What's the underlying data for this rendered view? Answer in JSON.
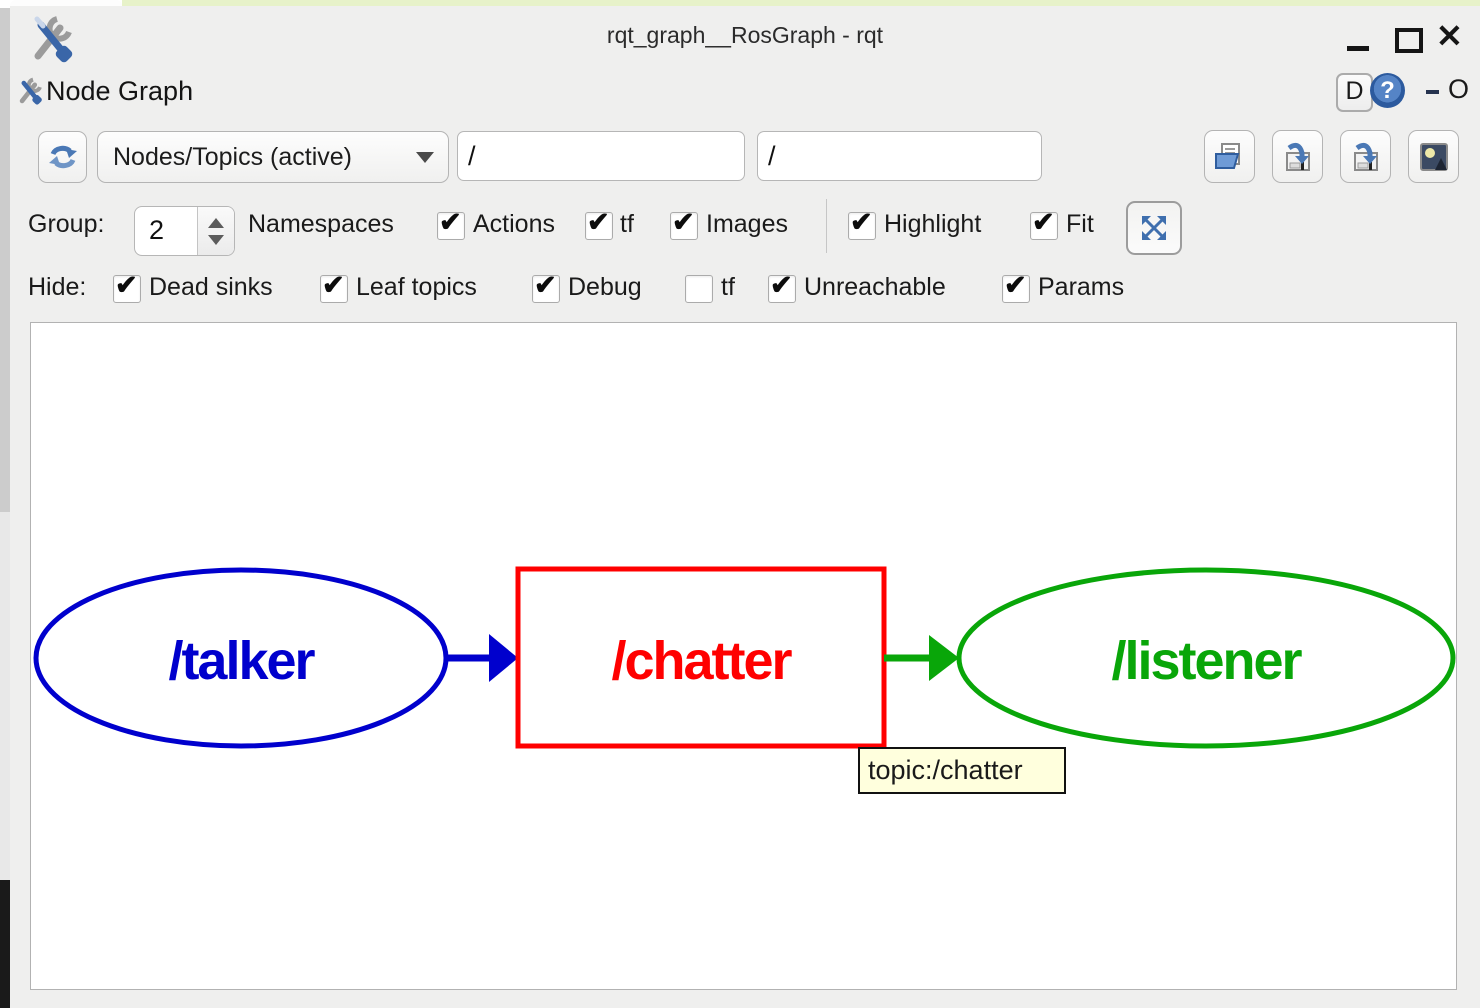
{
  "window": {
    "title": "rqt_graph__RosGraph - rqt"
  },
  "dock": {
    "title": "Node Graph",
    "detach_button_label": "D",
    "close_button_label": "O"
  },
  "toolbar": {
    "graph_type_value": "Nodes/Topics (active)",
    "node_filter_value": "/",
    "topic_filter_value": "/"
  },
  "group_row": {
    "label": "Group:",
    "group_depth": "2",
    "namespaces_label": "Namespaces",
    "checkboxes": [
      {
        "label": "Actions",
        "checked": true
      },
      {
        "label": "tf",
        "checked": true
      },
      {
        "label": "Images",
        "checked": true
      },
      {
        "label": "Highlight",
        "checked": true
      },
      {
        "label": "Fit",
        "checked": true
      }
    ]
  },
  "hide_row": {
    "label": "Hide:",
    "checkboxes": [
      {
        "label": "Dead sinks",
        "checked": true
      },
      {
        "label": "Leaf topics",
        "checked": true
      },
      {
        "label": "Debug",
        "checked": true
      },
      {
        "label": "tf",
        "checked": false
      },
      {
        "label": "Unreachable",
        "checked": true
      },
      {
        "label": "Params",
        "checked": true
      }
    ]
  },
  "graph": {
    "nodes": [
      {
        "label": "/talker",
        "shape": "ellipse",
        "color": "#0000cd"
      },
      {
        "label": "/chatter",
        "shape": "box",
        "color": "#ff0000"
      },
      {
        "label": "/listener",
        "shape": "ellipse",
        "color": "#09a609"
      }
    ],
    "edges": [
      {
        "from": "/talker",
        "to": "/chatter",
        "color": "#0000cd"
      },
      {
        "from": "/chatter",
        "to": "/listener",
        "color": "#09a609"
      }
    ],
    "tooltip": "topic:/chatter"
  },
  "colors": {
    "window_bg": "#efefee",
    "canvas_bg": "#ffffff",
    "tooltip_bg": "#ffffdd",
    "accent_blue": "#3f6fae",
    "top_line_green": "#e7f2c9"
  }
}
